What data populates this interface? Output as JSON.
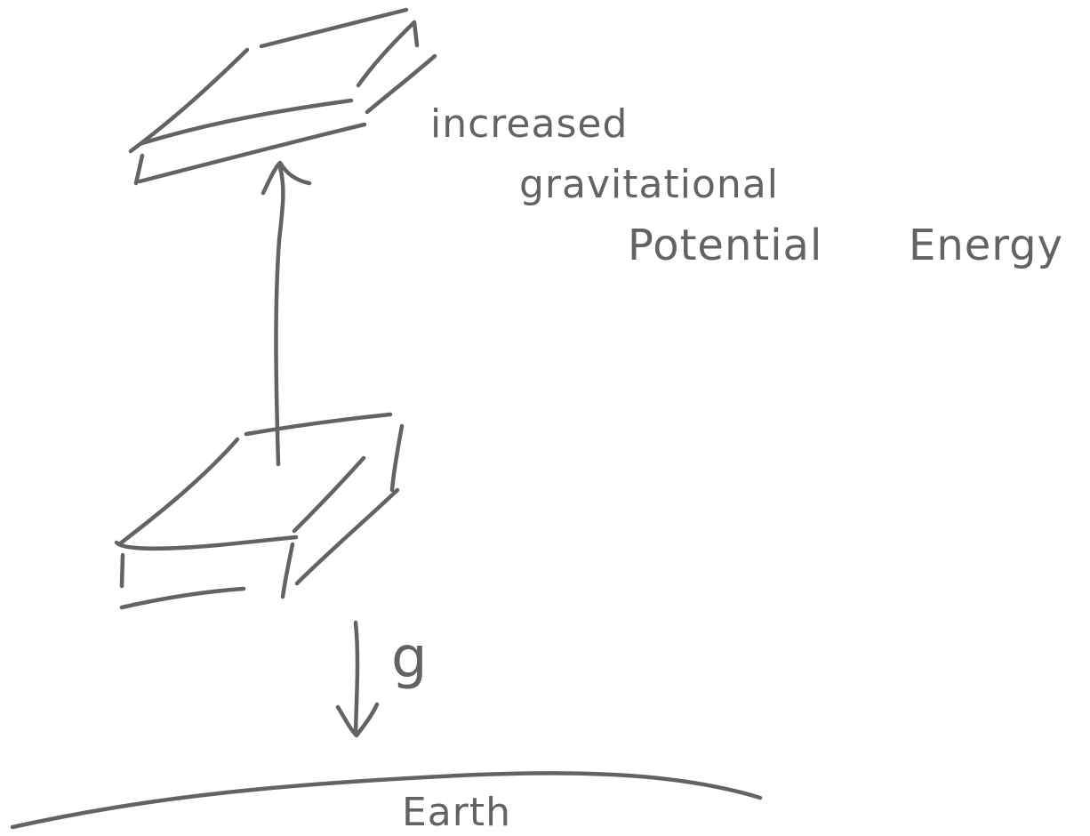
{
  "diagram": {
    "annotation": {
      "line1": "increased",
      "line2": "gravitational",
      "line3": "Potential",
      "line4": "Energy"
    },
    "force_label": "g",
    "ground_label": "Earth",
    "stroke_color": "#636363",
    "background_color": "#ffffff"
  }
}
